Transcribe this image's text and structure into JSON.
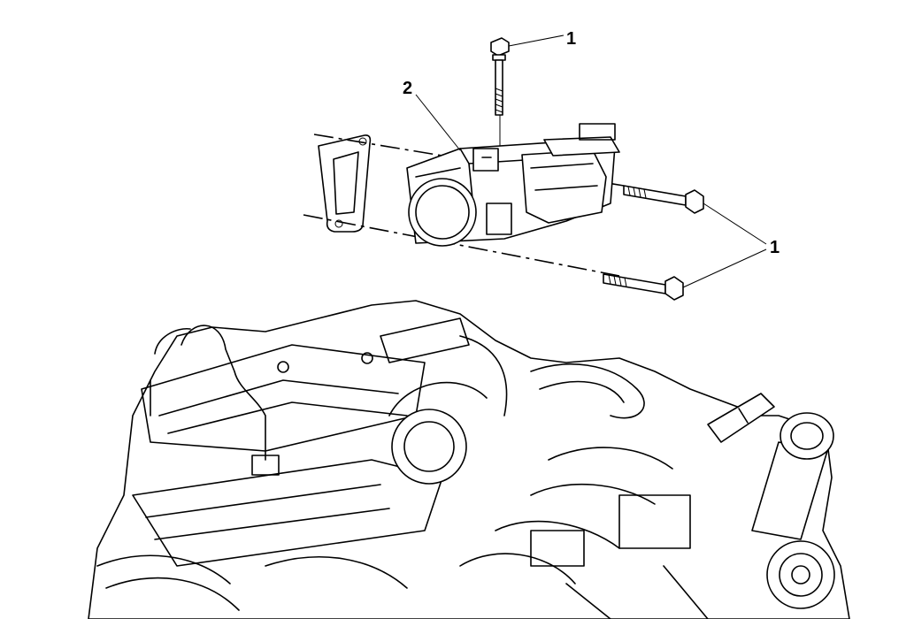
{
  "callouts": {
    "bolt_vertical": "1",
    "throttle_body": "2",
    "bolts_horizontal": "1"
  },
  "colors": {
    "line": "#000000",
    "background": "#ffffff"
  }
}
